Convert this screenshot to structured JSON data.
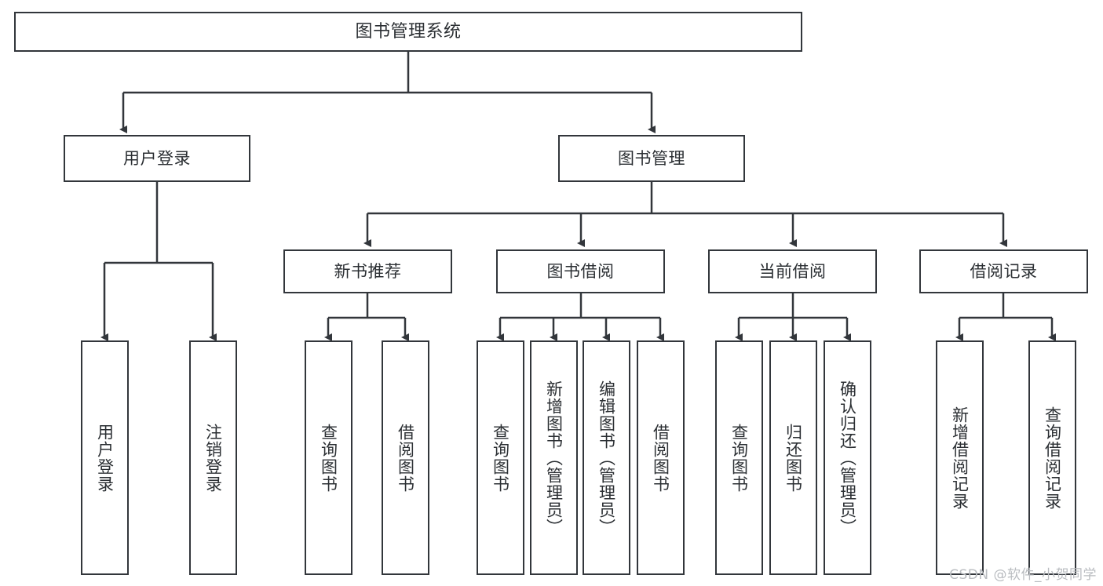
{
  "diagram": {
    "title": "图书管理系统",
    "type": "hierarchy-tree",
    "colors": {
      "background": "#ffffff",
      "node_border": "#32363b",
      "node_fill": "#ffffff",
      "text": "#2b2f33",
      "edge": "#32363b",
      "watermark": "#b9bcc0"
    },
    "watermark": "CSDN @软件_小贺同学",
    "levels": {
      "root": {
        "label": "图书管理系统"
      },
      "level2": [
        {
          "id": "user-login",
          "label": "用户登录"
        },
        {
          "id": "book-manage",
          "label": "图书管理"
        }
      ],
      "level3": [
        {
          "id": "new-book-recommend",
          "label": "新书推荐",
          "parent": "book-manage"
        },
        {
          "id": "book-borrow",
          "label": "图书借阅",
          "parent": "book-manage"
        },
        {
          "id": "current-borrow",
          "label": "当前借阅",
          "parent": "book-manage"
        },
        {
          "id": "borrow-record",
          "label": "借阅记录",
          "parent": "book-manage"
        }
      ],
      "leaves": [
        {
          "id": "leaf-user-login",
          "label": "用户登录",
          "parent": "user-login"
        },
        {
          "id": "leaf-logout-login",
          "label": "注销登录",
          "parent": "user-login"
        },
        {
          "id": "leaf-query-book-1",
          "label": "查询图书",
          "parent": "new-book-recommend"
        },
        {
          "id": "leaf-borrow-book-1",
          "label": "借阅图书",
          "parent": "new-book-recommend"
        },
        {
          "id": "leaf-query-book-2",
          "label": "查询图书",
          "parent": "book-borrow"
        },
        {
          "id": "leaf-add-book",
          "label": "新增图书（管理员）",
          "parent": "book-borrow"
        },
        {
          "id": "leaf-edit-book",
          "label": "编辑图书（管理员）",
          "parent": "book-borrow"
        },
        {
          "id": "leaf-borrow-book-2",
          "label": "借阅图书",
          "parent": "book-borrow"
        },
        {
          "id": "leaf-query-book-3",
          "label": "查询图书",
          "parent": "current-borrow"
        },
        {
          "id": "leaf-return-book",
          "label": "归还图书",
          "parent": "current-borrow"
        },
        {
          "id": "leaf-confirm-return",
          "label": "确认归还（管理员）",
          "parent": "current-borrow"
        },
        {
          "id": "leaf-add-record",
          "label": "新增借阅记录",
          "parent": "borrow-record"
        },
        {
          "id": "leaf-query-record",
          "label": "查询借阅记录",
          "parent": "borrow-record"
        }
      ]
    }
  }
}
